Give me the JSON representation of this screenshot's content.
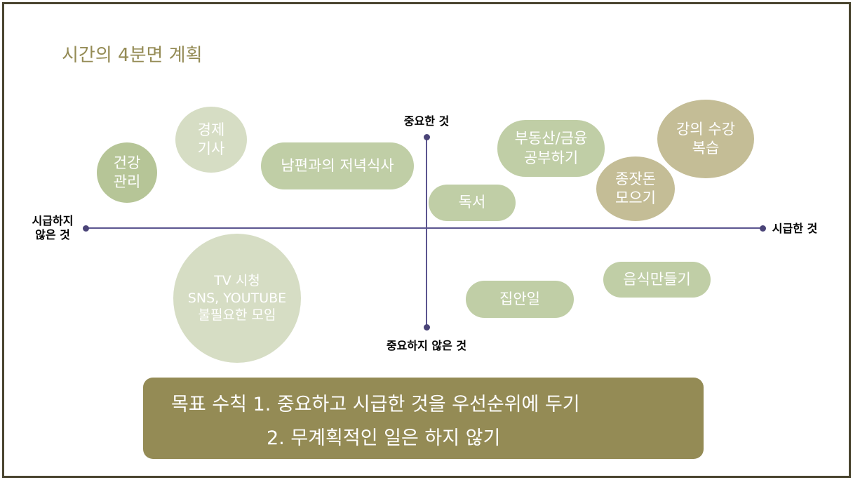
{
  "title": "시간의 4분면 계획",
  "axes": {
    "top": "중요한 것",
    "bottom": "중요하지 않은 것",
    "left": "시급하지\n않은 것",
    "right": "시급한 것"
  },
  "items": {
    "health": "건강\n관리",
    "econ": "경제\n기사",
    "dinner": "남편과의 저녁식사",
    "reading": "독서",
    "realestate": "부동산/금융\n공부하기",
    "seed": "종잣돈\n모으기",
    "lecture": "강의 수강\n복습",
    "tv": "TV 시청\nSNS, YOUTUBE\n불필요한 모임",
    "chores": "집안일",
    "cooking": "음식만들기"
  },
  "goal": {
    "line1": "목표 수칙 1. 중요하고 시급한 것을 우선순위에 두기",
    "line2": "2. 무계획적인 일은 하지 않기"
  }
}
